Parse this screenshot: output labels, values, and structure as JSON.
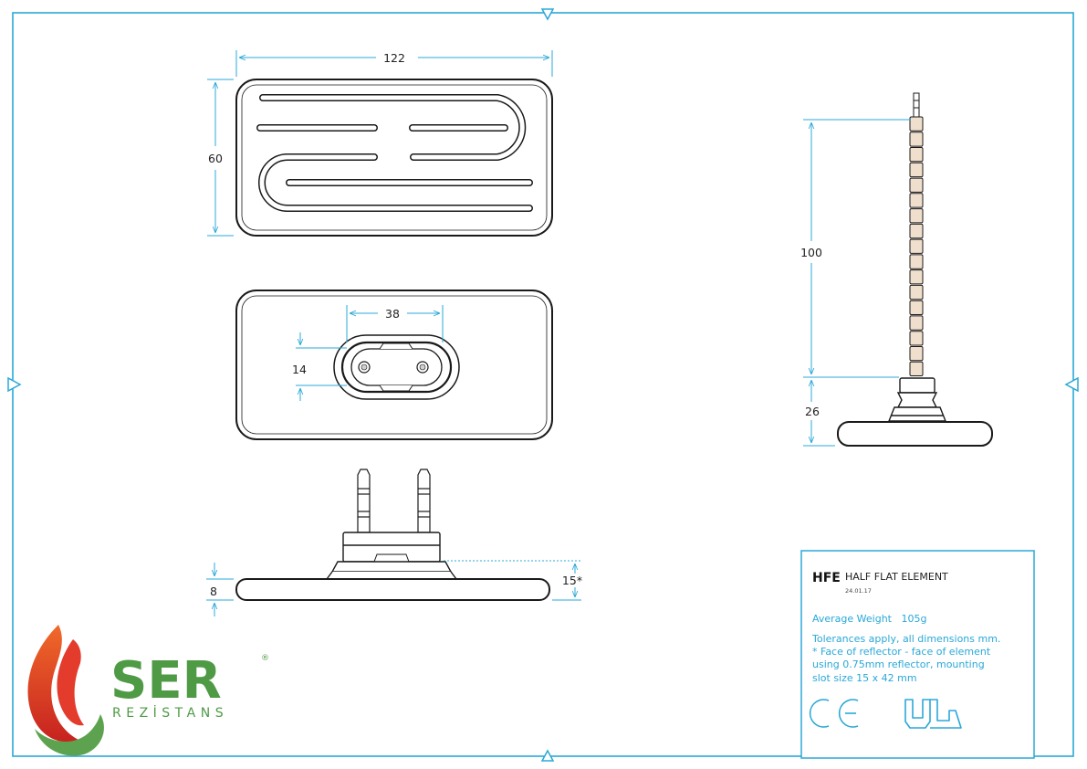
{
  "colors": {
    "frame": "#2aa8d8",
    "outline": "#1a1a1a",
    "pin": "#f1dfcd",
    "logo_green": "#4f9a45",
    "logo_red": "#d8302a"
  },
  "dimensions": {
    "top_width": "122",
    "top_height": "60",
    "slot_width": "38",
    "slot_height": "14",
    "side_thickness": "8",
    "side_reflector": "15*",
    "pin_length": "100",
    "base_height": "26"
  },
  "title_block": {
    "code": "HFE",
    "name": "HALF FLAT ELEMENT",
    "date": "24.01.17",
    "weight": "Average Weight   105g",
    "notes": [
      "Tolerances apply, all dimensions mm.",
      "* Face of reflector - face of element",
      "using 0.75mm reflector, mounting",
      "slot size 15 x 42 mm"
    ],
    "ce_mark": "CE",
    "ul_mark": "UL"
  },
  "logo": {
    "name": "SER",
    "sub": "REZİSTANS",
    "reg": "®"
  }
}
